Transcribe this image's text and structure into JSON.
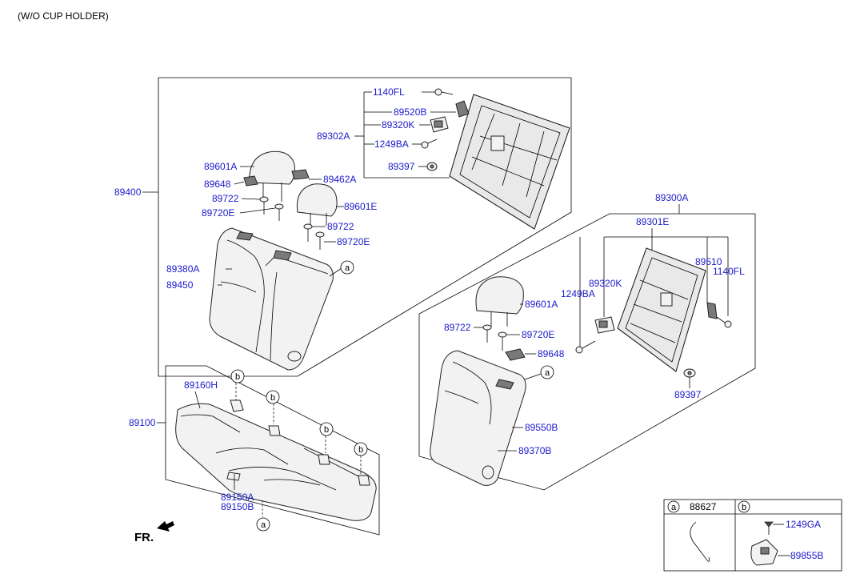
{
  "header": "(W/O CUP HOLDER)",
  "front_label": "FR.",
  "labels": {
    "p89400": "89400",
    "p89601A_1": "89601A",
    "p89648_1": "89648",
    "p89462A": "89462A",
    "p89722_1": "89722",
    "p89720E_1": "89720E",
    "p89601E": "89601E",
    "p89722_2": "89722",
    "p89720E_2": "89720E",
    "p89380A": "89380A",
    "p89450": "89450",
    "p1140FL_1": "1140FL",
    "p89520B": "89520B",
    "p89320K_1": "89320K",
    "p89302A": "89302A",
    "p1249BA_1": "1249BA",
    "p89397_1": "89397",
    "p89300A": "89300A",
    "p89301E": "89301E",
    "p89510": "89510",
    "p1140FL_2": "1140FL",
    "p89320K_2": "89320K",
    "p1249BA_2": "1249BA",
    "p89601A_2": "89601A",
    "p89722_3": "89722",
    "p89720E_3": "89720E",
    "p89648_2": "89648",
    "p89550B": "89550B",
    "p89370B": "89370B",
    "p89397_2": "89397",
    "p89160H": "89160H",
    "p89100": "89100",
    "p89150A": "89150A",
    "p89150B": "89150B"
  },
  "callouts": {
    "a": "a",
    "b": "b"
  },
  "legend": {
    "a_letter": "a",
    "a_part": "88627",
    "b_letter": "b",
    "b_part1": "1249GA",
    "b_part2": "89855B"
  }
}
